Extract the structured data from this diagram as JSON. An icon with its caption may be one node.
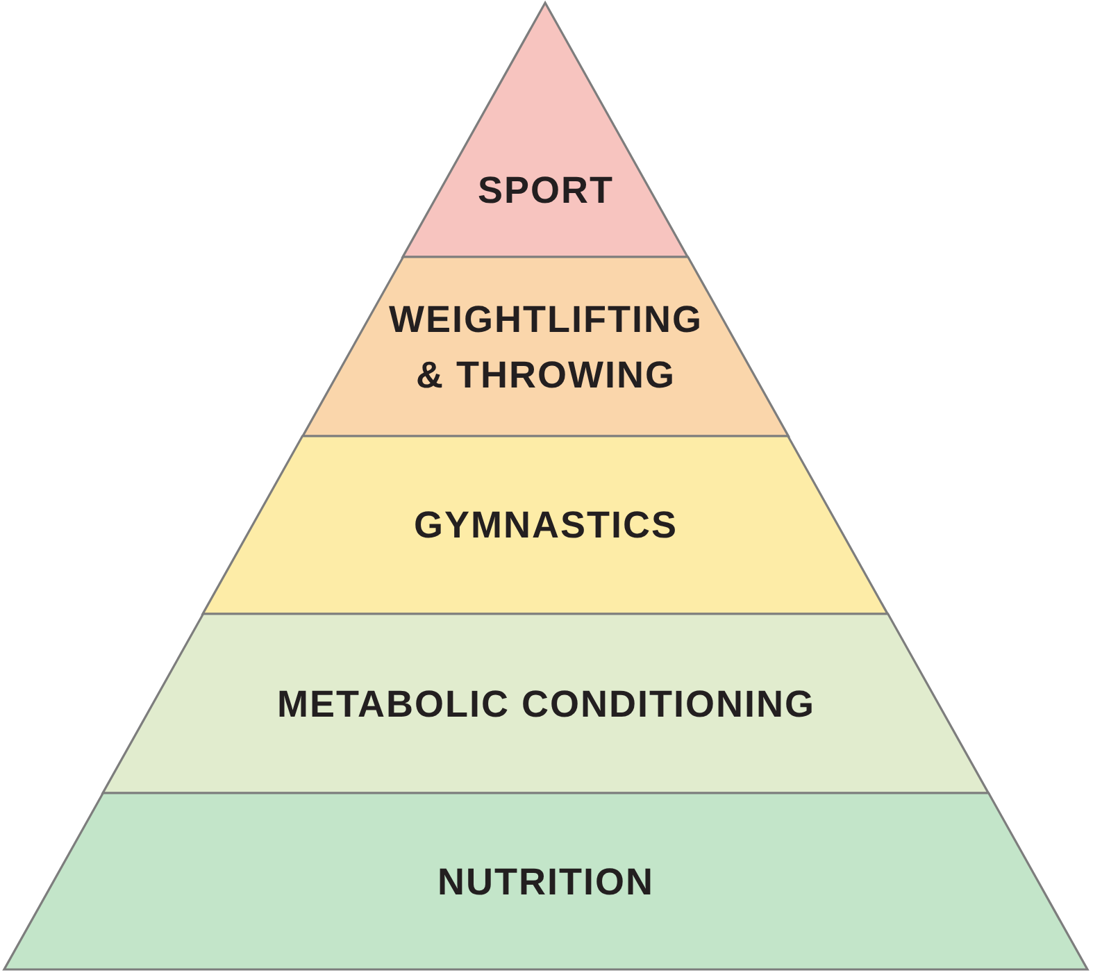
{
  "diagram": {
    "nodes": [
      {
        "text": [
          "SPORT"
        ]
      },
      {
        "text": [
          "WEIGHTLIFTING & THROWING"
        ]
      },
      {
        "text": [
          "GYMNASTICS"
        ]
      },
      {
        "text": [
          "METABOLIC CONDITIONING"
        ]
      },
      {
        "text": [
          "NUTRITION"
        ]
      }
    ]
  }
}
